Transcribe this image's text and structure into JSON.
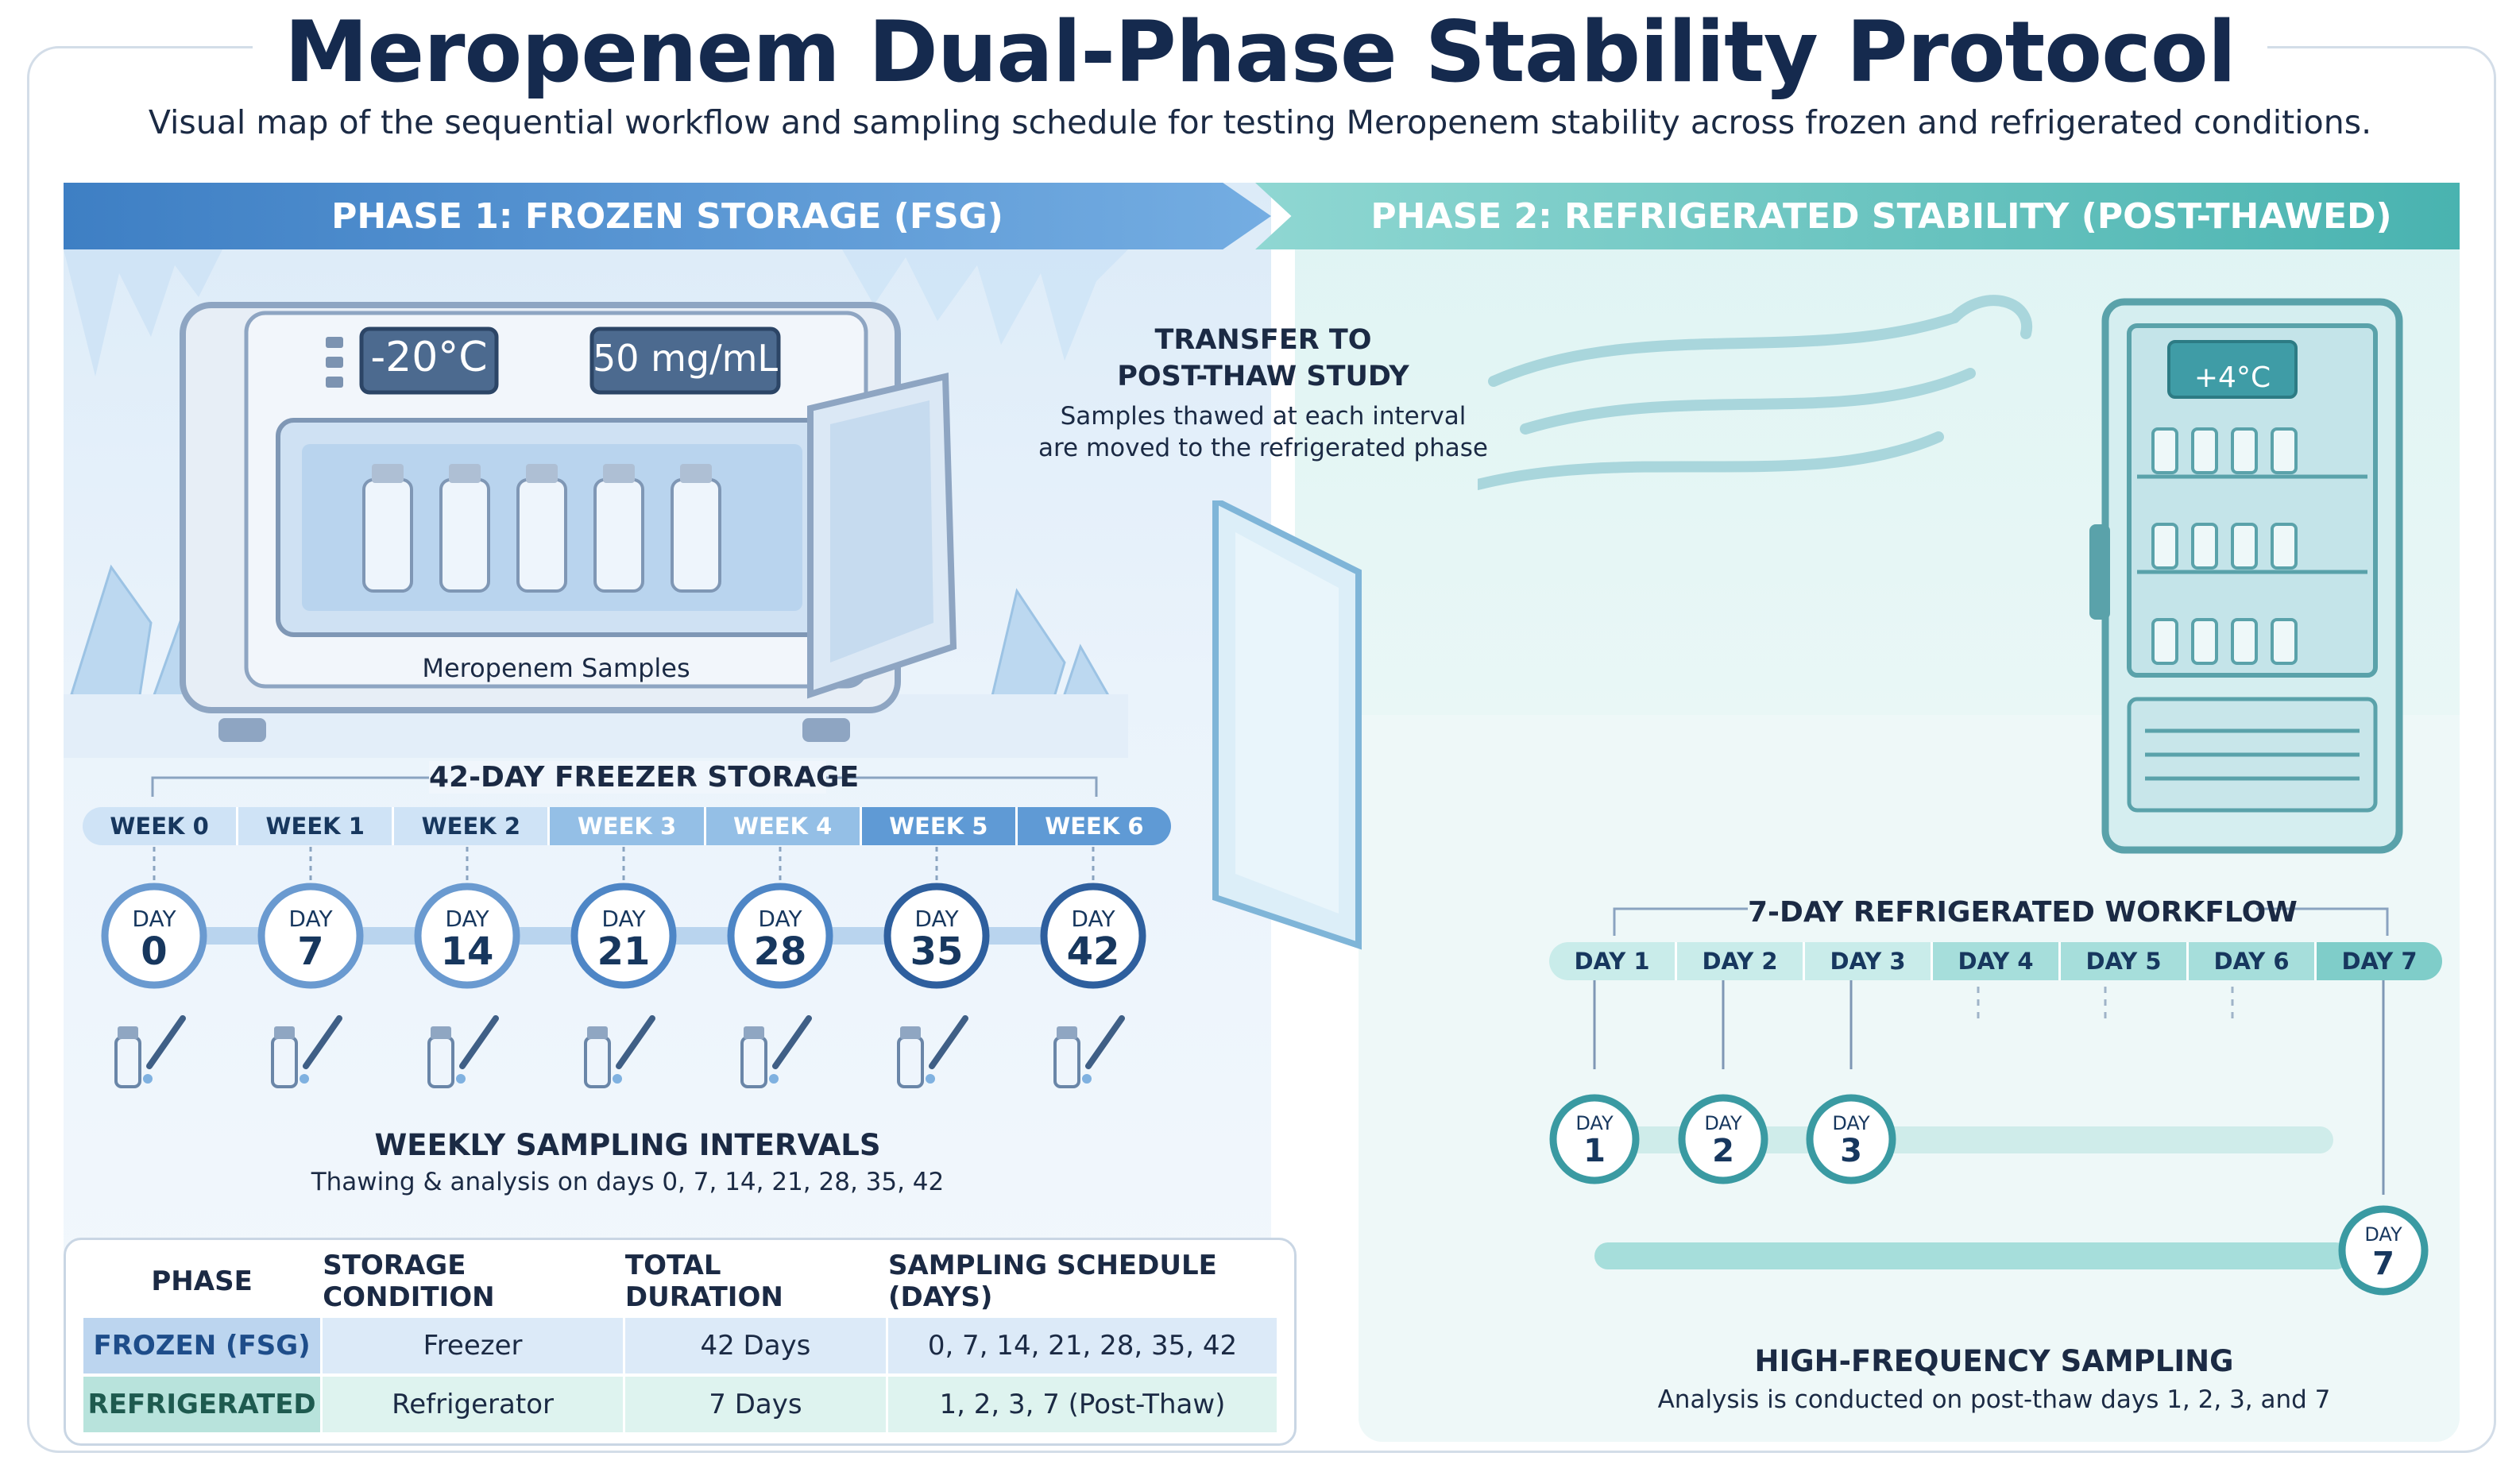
{
  "title": "Meropenem Dual-Phase Stability Protocol",
  "subtitle": "Visual map of the sequential workflow and sampling schedule for testing Meropenem stability across frozen and refrigerated conditions.",
  "phase1": {
    "banner": "PHASE 1: FROZEN STORAGE (FSG)",
    "freezer_temp": "-20°C",
    "concentration": "50 mg/mL",
    "samples_label": "Meropenem Samples",
    "storage_title": "42-DAY FREEZER STORAGE",
    "weeks": [
      "WEEK 0",
      "WEEK 1",
      "WEEK 2",
      "WEEK 3",
      "WEEK 4",
      "WEEK 5",
      "WEEK 6"
    ],
    "day_word": "DAY",
    "days": [
      "0",
      "7",
      "14",
      "21",
      "28",
      "35",
      "42"
    ],
    "sampling_title": "WEEKLY SAMPLING INTERVALS",
    "sampling_desc": "Thawing & analysis on days 0, 7, 14, 21, 28, 35, 42"
  },
  "transfer": {
    "title_line1": "TRANSFER TO",
    "title_line2": "POST-THAW STUDY",
    "desc_line1": "Samples thawed at each interval",
    "desc_line2": "are moved to the refrigerated phase"
  },
  "phase2": {
    "banner": "PHASE 2: REFRIGERATED STABILITY (POST-THAWED)",
    "fridge_temp": "+4°C",
    "workflow_title": "7-DAY REFRIGERATED WORKFLOW",
    "days": [
      "DAY 1",
      "DAY 2",
      "DAY 3",
      "DAY 4",
      "DAY 5",
      "DAY 6",
      "DAY 7"
    ],
    "day_word": "DAY",
    "sampled": [
      "1",
      "2",
      "3"
    ],
    "final_day": "7",
    "sampling_title": "HIGH-FREQUENCY SAMPLING",
    "sampling_desc": "Analysis is conducted on post-thaw days 1, 2, 3, and 7"
  },
  "table": {
    "headers": [
      "PHASE",
      "STORAGE CONDITION",
      "TOTAL DURATION",
      "SAMPLING SCHEDULE (DAYS)"
    ],
    "rows": [
      [
        "FROZEN (FSG)",
        "Freezer",
        "42 Days",
        "0, 7, 14, 21, 28, 35, 42"
      ],
      [
        "REFRIGERATED",
        "Refrigerator",
        "7 Days",
        "1, 2, 3, 7 (Post-Thaw)"
      ]
    ]
  },
  "colors": {
    "phase1_accent": "#3e7fc4",
    "phase2_accent": "#49b3b0",
    "title": "#152a4e"
  }
}
